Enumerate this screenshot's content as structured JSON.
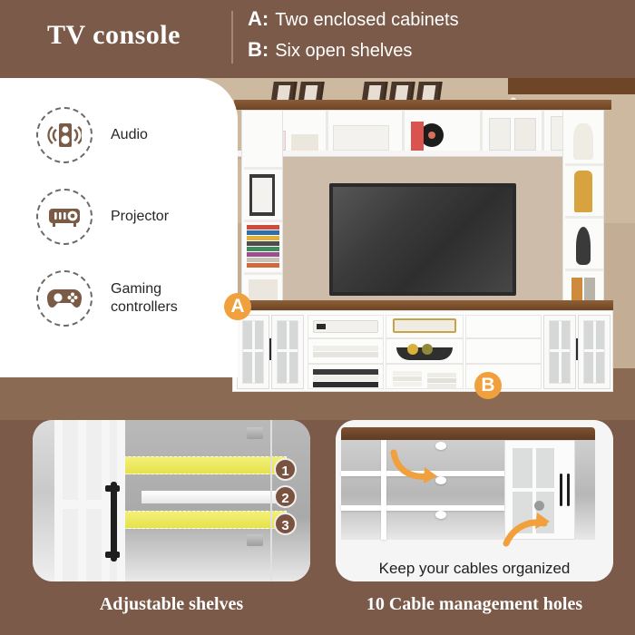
{
  "header": {
    "title": "TV console",
    "items": [
      {
        "key": "A:",
        "text": "Two enclosed cabinets"
      },
      {
        "key": "B:",
        "text": "Six open shelves"
      }
    ]
  },
  "features": {
    "items": [
      {
        "icon": "speaker-icon",
        "label": "Audio"
      },
      {
        "icon": "projector-icon",
        "label": "Projector"
      },
      {
        "icon": "gamepad-icon",
        "label": "Gaming\ncontrollers"
      }
    ]
  },
  "markers": {
    "a": "A",
    "b": "B"
  },
  "panels": [
    {
      "caption": "Adjustable shelves",
      "badges": [
        "1",
        "2",
        "3"
      ],
      "inner_caption": ""
    },
    {
      "caption": "10 Cable management holes",
      "badges": [],
      "inner_caption": "Keep your cables organized"
    }
  ],
  "colors": {
    "brown": "#7b5a49",
    "beige": "#cab59d",
    "orange": "#f0a03c",
    "badge_brown": "#7a5240",
    "icon_brown": "#7b5a46",
    "wood": "#6e4527",
    "shelf_yellow": "#e6e24a"
  }
}
